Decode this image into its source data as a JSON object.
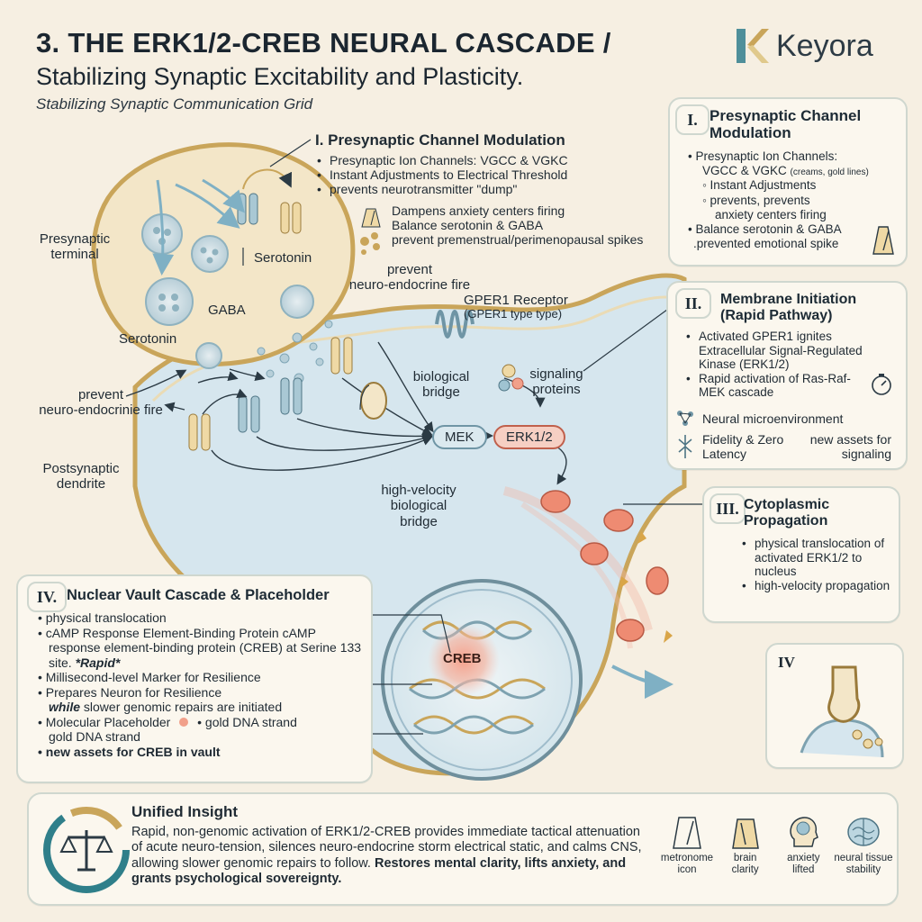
{
  "header": {
    "title_line1": "3. THE ERK1/2-CREB NEURAL CASCADE /",
    "title_line2": "Stabilizing Synaptic Excitability and Plasticity.",
    "subtitle": "Stabilizing Synaptic Communication Grid",
    "brand": "Keyora"
  },
  "diagram": {
    "center_title": "I. Presynaptic Channel Modulation",
    "center_bullets": [
      "Presynaptic Ion Channels: VGCC & VGKC",
      "Instant Adjustments to Electrical Threshold",
      "prevents neurotransmitter \"dump\""
    ],
    "center_notes": [
      "Dampens anxiety centers firing",
      "Balance serotonin & GABA",
      "prevent premenstrual/perimenopausal spikes"
    ],
    "labels": {
      "presynaptic_terminal": "Presynaptic terminal",
      "serotonin_top": "Serotonin",
      "gaba": "GABA",
      "serotonin_left": "Serotonin",
      "prevent_top": "prevent\nneuro-endocrine fire",
      "gper1": "GPER1 Receptor",
      "gper1_sub": "(GPER1 type type)",
      "prevent_left": "prevent\nneuro-endocrinie fire",
      "bio_bridge": "biological\nbridge",
      "signaling_proteins": "signaling\nproteins",
      "mek": "MEK",
      "erk": "ERK1/2",
      "postsynaptic": "Postsynaptic\ndendrite",
      "high_velocity": "high-velocity\nbiological\nbridge",
      "creb": "CREB"
    }
  },
  "panel1": {
    "badge": "I.",
    "title": "Presynaptic Channel Modulation",
    "items": [
      {
        "text": "Presynaptic Ion Channels:",
        "kind": "bullet"
      },
      {
        "text": "VGCC & VGKC",
        "kind": "cont",
        "small": "(creams, gold lines)"
      },
      {
        "text": "Instant Adjustments",
        "kind": "sub"
      },
      {
        "text": "prevents, prevents",
        "kind": "sub"
      },
      {
        "text": "anxiety centers firing",
        "kind": "cont"
      },
      {
        "text": "Balance serotonin & GABA",
        "kind": "bullet"
      },
      {
        "text": ".prevented emotional spike",
        "kind": "cont"
      }
    ]
  },
  "panel2": {
    "badge": "II.",
    "title": "Membrane Initiation (Rapid Pathway)",
    "items": [
      "Activated GPER1 ignites Extracellular Signal-Regulated Kinase (ERK1/2)",
      "Rapid activation of Ras-Raf-MEK cascade"
    ],
    "icon_rows": [
      {
        "icon": "network-icon",
        "text": "Neural microenvironment"
      },
      {
        "icon": "lightning-icon",
        "text": "Fidelity & Zero Latency"
      }
    ],
    "extra": "new assets for signaling"
  },
  "panel3": {
    "badge": "III.",
    "title": "Cytoplasmic Propagation",
    "items": [
      "physical translocation of activated ERK1/2 to nucleus",
      "high-velocity propagation"
    ]
  },
  "panel4": {
    "badge": "IV.",
    "title": "Nuclear Vault Cascade & Placeholder",
    "items": [
      {
        "text": "physical translocation"
      },
      {
        "text": "cAMP Response Element-Binding Protein cAMP response element-binding protein (CREB) at Serine 133 site.",
        "emph": "*Rapid*"
      },
      {
        "text": "Millisecond-level Marker for Resilience"
      },
      {
        "text": "Prepares Neuron for Resilience",
        "cont_bold": "while",
        "cont": " slower genomic repairs are initiated"
      },
      {
        "text": "Molecular Placeholder",
        "extra": "gold DNA strand"
      },
      {
        "text": "gold DNA strand",
        "nobullet": true
      },
      {
        "text": "new assets for CREB in vault",
        "bold": true
      }
    ]
  },
  "panel_iv_small": {
    "label": "IV"
  },
  "insight": {
    "title": "Unified Insight",
    "body": "Rapid, non-genomic activation of ERK1/2-CREB provides immediate tactical attenuation of acute neuro-tension, silences neuro-endocrine storm electrical static, and calms CNS, allowing slower genomic repairs to follow.",
    "bold": "Restores mental clarity, lifts anxiety, and grants psychological sovereignty.",
    "icons": [
      {
        "name": "metronome-icon",
        "label": "metronome\nicon"
      },
      {
        "name": "brain-icon",
        "label": "brain\nclarity"
      },
      {
        "name": "head-icon",
        "label": "anxiety\nlifted"
      },
      {
        "name": "neural-tissue-icon",
        "label": "neural tissue\nstability"
      }
    ]
  },
  "colors": {
    "teal": "#2f7f8a",
    "gold": "#c9a55a",
    "salmon": "#e8836f",
    "cream": "#f6efe2"
  }
}
